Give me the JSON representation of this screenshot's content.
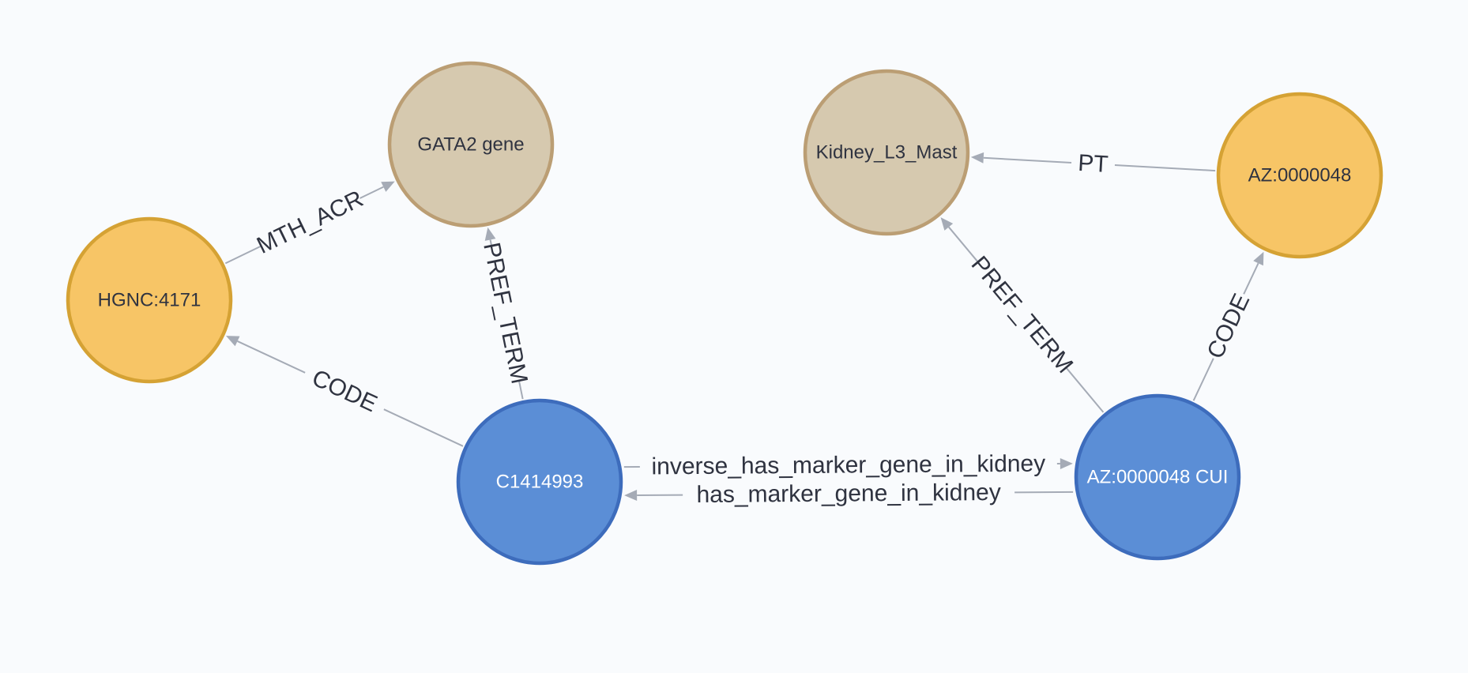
{
  "graph": {
    "nodes": [
      {
        "id": "gata2",
        "label": "GATA2 gene",
        "category": "term",
        "fill": "#d6c9af",
        "stroke": "#bb9e74",
        "text_color": "#2f3340"
      },
      {
        "id": "hgnc",
        "label": "HGNC:4171",
        "category": "code",
        "fill": "#f7c566",
        "stroke": "#d5a234",
        "text_color": "#2f3340"
      },
      {
        "id": "c1414993",
        "label": "C1414993",
        "category": "concept",
        "fill": "#5b8ed6",
        "stroke": "#3d6cbc",
        "text_color": "#ffffff"
      },
      {
        "id": "kidney",
        "label": "Kidney_L3_Mast",
        "category": "term",
        "fill": "#d6c9af",
        "stroke": "#bb9e74",
        "text_color": "#2f3340"
      },
      {
        "id": "az_code",
        "label": "AZ:0000048",
        "category": "code",
        "fill": "#f7c566",
        "stroke": "#d5a234",
        "text_color": "#2f3340"
      },
      {
        "id": "az_cui",
        "label": "AZ:0000048 CUI",
        "category": "concept",
        "fill": "#5b8ed6",
        "stroke": "#3d6cbc",
        "text_color": "#ffffff"
      }
    ],
    "edges": [
      {
        "id": "e-mth-acr",
        "source": "hgnc",
        "target": "gata2",
        "label": "MTH_ACR"
      },
      {
        "id": "e-pref-term-left",
        "source": "c1414993",
        "target": "gata2",
        "label": "PREF_TERM"
      },
      {
        "id": "e-code-left",
        "source": "c1414993",
        "target": "hgnc",
        "label": "CODE"
      },
      {
        "id": "e-inverse",
        "source": "c1414993",
        "target": "az_cui",
        "label": "inverse_has_marker_gene_in_kidney"
      },
      {
        "id": "e-has-marker",
        "source": "az_cui",
        "target": "c1414993",
        "label": "has_marker_gene_in_kidney"
      },
      {
        "id": "e-pt",
        "source": "az_code",
        "target": "kidney",
        "label": "PT"
      },
      {
        "id": "e-pref-term-right",
        "source": "az_cui",
        "target": "kidney",
        "label": "PREF_TERM"
      },
      {
        "id": "e-code-right",
        "source": "az_cui",
        "target": "az_code",
        "label": "CODE"
      }
    ]
  },
  "colors": {
    "background": "#f9fbfd",
    "edge": "#a5abb6",
    "edge_label": "#2f3340"
  }
}
